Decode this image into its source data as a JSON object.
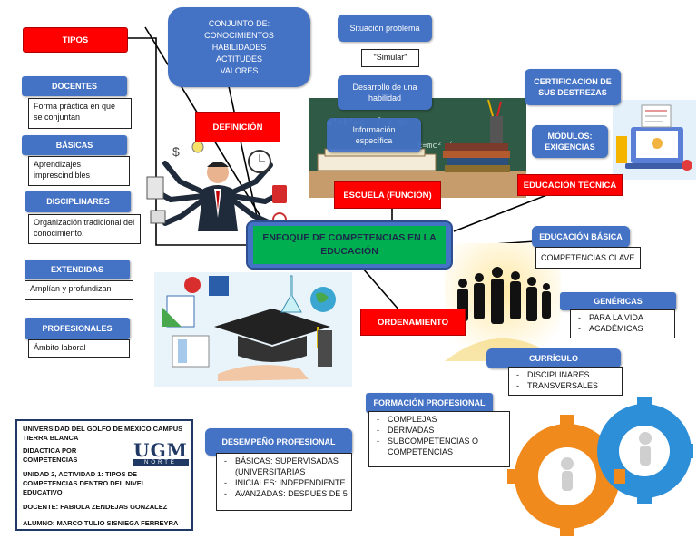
{
  "center": "ENFOQUE DE COMPETENCIAS EN LA EDUCACIÓN",
  "tipos": "TIPOS",
  "definicion": {
    "label": "DEFINICIÓN",
    "lines": [
      "CONJUNTO DE:",
      "CONOCIMIENTOS",
      "HABILIDADES",
      "ACTITUDES",
      "VALORES"
    ]
  },
  "tipos_items": [
    {
      "title": "DOCENTES",
      "text": "Forma práctica en que se conjuntan"
    },
    {
      "title": "BÁSICAS",
      "text": "Aprendizajes imprescindibles"
    },
    {
      "title": "DISCIPLINARES",
      "text": "Organización tradicional del conocimiento."
    },
    {
      "title": "EXTENDIDAS",
      "text": "Amplían y profundizan"
    },
    {
      "title": "PROFESIONALES",
      "text": "Ámbito laboral"
    }
  ],
  "escuela": {
    "label": "ESCUELA (FUNCIÓN)",
    "situacion": "Situación problema",
    "simular": "\"Simular\"",
    "desarrollo": "Desarrollo de una habilidad",
    "informacion": "Información específica"
  },
  "tecnica": {
    "label": "EDUCACIÓN TÉCNICA",
    "certificacion": "CERTIFICACION DE SUS DESTREZAS",
    "modulos": "MÓDULOS: EXIGENCIAS"
  },
  "basica": {
    "title": "EDUCACIÓN BÁSICA",
    "text": "COMPETENCIAS CLAVE"
  },
  "ordenamiento": "ORDENAMIENTO",
  "genericas": {
    "title": "GENÉRICAS",
    "items": [
      "PARA LA VIDA",
      "ACADÉMICAS"
    ]
  },
  "curriculo": {
    "title": "CURRÍCULO",
    "items": [
      "DISCIPLINARES",
      "TRANSVERSALES"
    ]
  },
  "formacion": {
    "title": "FORMACIÓN PROFESIONAL",
    "items": [
      "COMPLEJAS",
      "DERIVADAS",
      "SUBCOMPETENCIAS O COMPETENCIAS"
    ]
  },
  "desempeno": {
    "title": "DESEMPEÑO PROFESIONAL",
    "items": [
      "BÁSICAS: SUPERVISADAS (UNIVERSITARIAS",
      "INICIALES: INDEPENDIENTE",
      "AVANZADAS: DESPUES DE 5"
    ]
  },
  "info": {
    "lines": [
      "UNIVERSIDAD DEL GOLFO DE MÉXICO CAMPUS TIERRA BLANCA",
      "DIDACTICA POR COMPETENCIAS",
      "UNIDAD 2, ACTIVIDAD 1: TIPOS DE COMPETENCIAS DENTRO DEL NIVEL EDUCATIVO",
      "DOCENTE: FABIOLA ZENDEJAS GONZALEZ",
      "ALUMNO: MARCO TULIO SISNIEGA FERREYRA"
    ],
    "logo_top": "UGM",
    "logo_bottom": "NORTE"
  },
  "colors": {
    "blue": "#4472c4",
    "red": "#ff0000",
    "green": "#00b050"
  }
}
